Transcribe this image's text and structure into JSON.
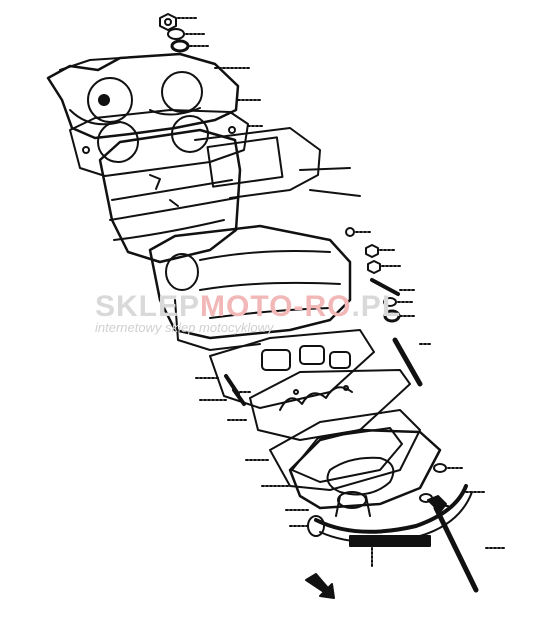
{
  "diagram": {
    "callout_numbers": [
      "",
      "",
      "",
      "",
      "",
      "",
      "",
      "",
      "",
      "",
      "",
      "",
      "",
      "",
      "",
      "",
      "",
      "",
      "",
      "",
      "",
      "",
      "",
      "",
      "",
      "",
      "",
      "",
      "",
      ""
    ],
    "note": ""
  },
  "watermark": {
    "brand_prefix": "SKLEP",
    "brand_highlight": "MOTO-RO",
    "brand_suffix": ".PL",
    "tagline": "internetowy sklep motocyklowy"
  },
  "colors": {
    "line": "#111111",
    "watermark_gray": "#d9d9d9",
    "watermark_red": "#f2b8b8"
  }
}
